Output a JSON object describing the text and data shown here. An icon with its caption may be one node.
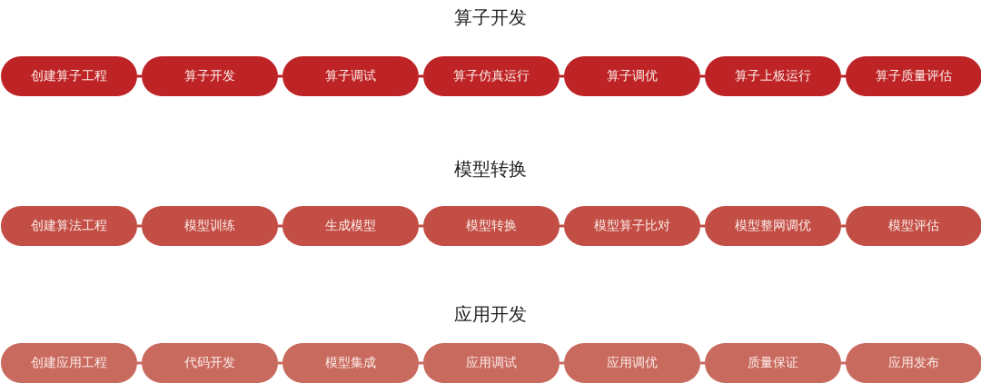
{
  "diagram": {
    "nodes": [
      {
        "text": [
          "创建算子工程"
        ]
      },
      {
        "text": [
          "算子开发"
        ]
      },
      {
        "text": [
          "算子调试"
        ]
      },
      {
        "text": [
          "算子仿真运行"
        ]
      },
      {
        "text": [
          "算子调优"
        ]
      },
      {
        "text": [
          "算子上板运行"
        ]
      },
      {
        "text": [
          "算子质量评估"
        ]
      },
      {
        "text": [
          "创建算法工程"
        ]
      },
      {
        "text": [
          "模型训练"
        ]
      },
      {
        "text": [
          "生成模型"
        ]
      },
      {
        "text": [
          "模型转换"
        ]
      },
      {
        "text": [
          "模型算子比对"
        ]
      },
      {
        "text": [
          "模型整网调优"
        ]
      },
      {
        "text": [
          "模型评估"
        ]
      },
      {
        "text": [
          "创建应用工程"
        ]
      },
      {
        "text": [
          "代码开发"
        ]
      },
      {
        "text": [
          "模型集成"
        ]
      },
      {
        "text": [
          "应用调试"
        ]
      },
      {
        "text": [
          "应用调优"
        ]
      },
      {
        "text": [
          "质量保证"
        ]
      },
      {
        "text": [
          "应用发布"
        ]
      }
    ],
    "edges": [
      {
        "from": 0,
        "to": 1,
        "arrow": "none"
      },
      {
        "from": 1,
        "to": 2,
        "arrow": "none"
      },
      {
        "from": 2,
        "to": 3,
        "arrow": "none"
      },
      {
        "from": 3,
        "to": 4,
        "arrow": "none"
      },
      {
        "from": 4,
        "to": 5,
        "arrow": "none"
      },
      {
        "from": 5,
        "to": 6,
        "arrow": "none"
      },
      {
        "from": 7,
        "to": 8,
        "arrow": "none"
      },
      {
        "from": 8,
        "to": 9,
        "arrow": "none"
      },
      {
        "from": 9,
        "to": 10,
        "arrow": "none"
      },
      {
        "from": 10,
        "to": 11,
        "arrow": "none"
      },
      {
        "from": 11,
        "to": 12,
        "arrow": "none"
      },
      {
        "from": 12,
        "to": 13,
        "arrow": "none"
      },
      {
        "from": 14,
        "to": 15,
        "arrow": "none"
      },
      {
        "from": 15,
        "to": 16,
        "arrow": "none"
      },
      {
        "from": 16,
        "to": 17,
        "arrow": "none"
      },
      {
        "from": 17,
        "to": 18,
        "arrow": "none"
      },
      {
        "from": 18,
        "to": 19,
        "arrow": "none"
      },
      {
        "from": 19,
        "to": 20,
        "arrow": "none"
      }
    ],
    "labels": [
      "算子开发",
      "模型转换",
      "应用开发"
    ]
  }
}
